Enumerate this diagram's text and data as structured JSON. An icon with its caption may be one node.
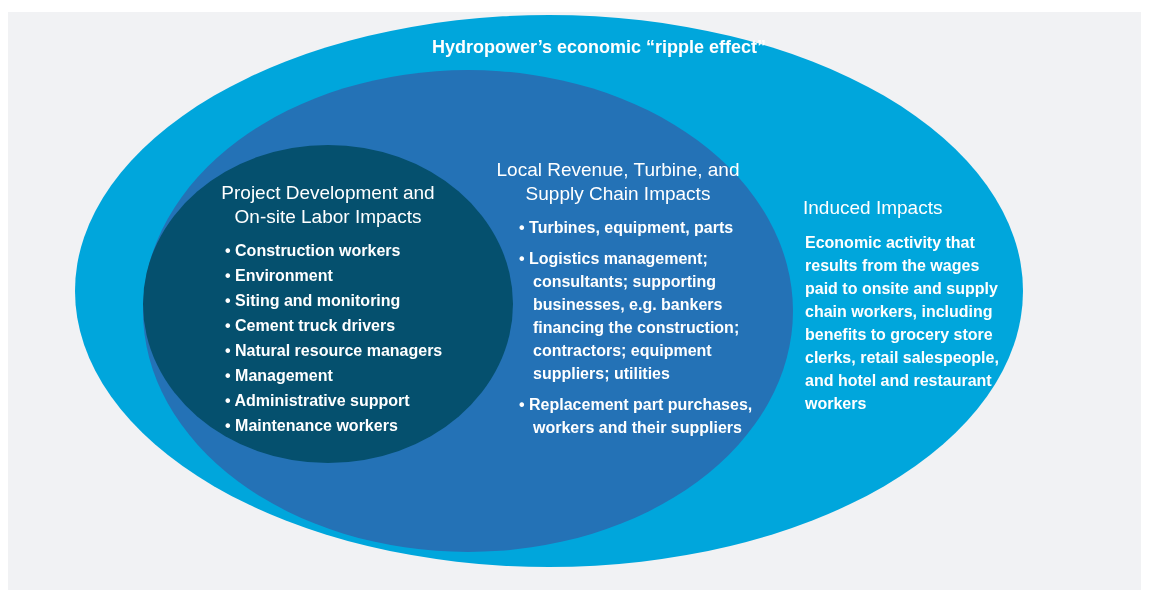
{
  "diagram": {
    "nodes": [
      {
        "text": [
          "Hydropower’s economic “ripple effect”",
          "Induced Impacts",
          "Economic activity that results from the wages paid to onsite and supply chain workers, including benefits to grocery store clerks, retail salespeople, and hotel and restaurant workers"
        ]
      },
      {
        "text": [
          "Local Revenue, Turbine, and Supply Chain Impacts",
          "• Turbines, equipment, parts",
          "• Logistics management; consultants; supporting businesses, e.g. bankers financing the construction; contractors; equipment suppliers; utilities",
          "• Replacement part purchases, workers and their suppliers"
        ],
        "in": 0
      },
      {
        "text": [
          "Project Development and On-site Labor Impacts",
          "• Construction workers",
          "• Environment",
          "• Siting and monitoring",
          "• Cement truck drivers",
          "• Natural resource managers",
          "• Management",
          "• Administrative support",
          "• Maintenance workers"
        ],
        "in": 1
      }
    ]
  }
}
